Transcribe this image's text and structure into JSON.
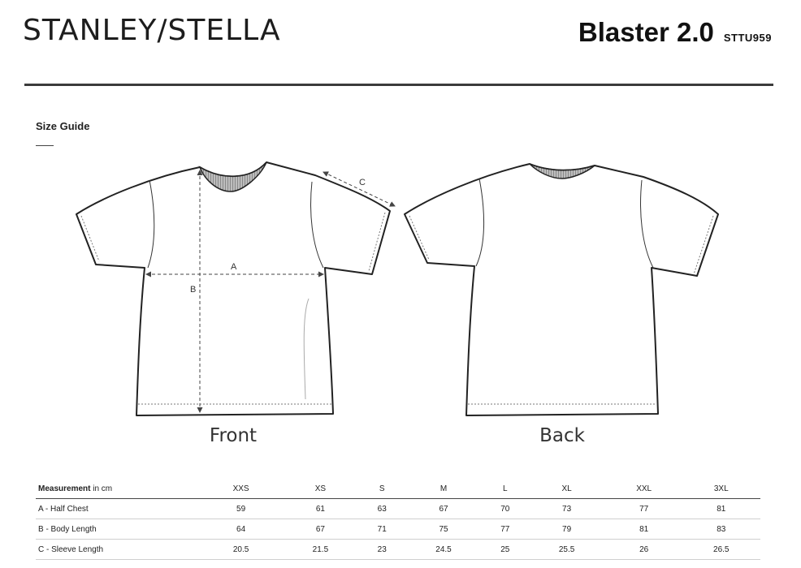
{
  "header": {
    "brand": "STANLEY/STELLA",
    "product_name": "Blaster 2.0",
    "product_code": "STTU959"
  },
  "section": {
    "title": "Size Guide"
  },
  "illustration": {
    "front_caption": "Front",
    "back_caption": "Back",
    "labels": {
      "a": "A",
      "b": "B",
      "c": "C"
    }
  },
  "table": {
    "measure_bold": "Measurement",
    "measure_unit": " in cm",
    "sizes": [
      "XXS",
      "XS",
      "S",
      "M",
      "L",
      "XL",
      "XXL",
      "3XL"
    ],
    "rows": [
      {
        "label": "A - Half Chest",
        "values": [
          "59",
          "61",
          "63",
          "67",
          "70",
          "73",
          "77",
          "81"
        ]
      },
      {
        "label": "B - Body Length",
        "values": [
          "64",
          "67",
          "71",
          "75",
          "77",
          "79",
          "81",
          "83"
        ]
      },
      {
        "label": "C - Sleeve Length",
        "values": [
          "20.5",
          "21.5",
          "23",
          "24.5",
          "25",
          "25.5",
          "26",
          "26.5"
        ]
      }
    ]
  }
}
